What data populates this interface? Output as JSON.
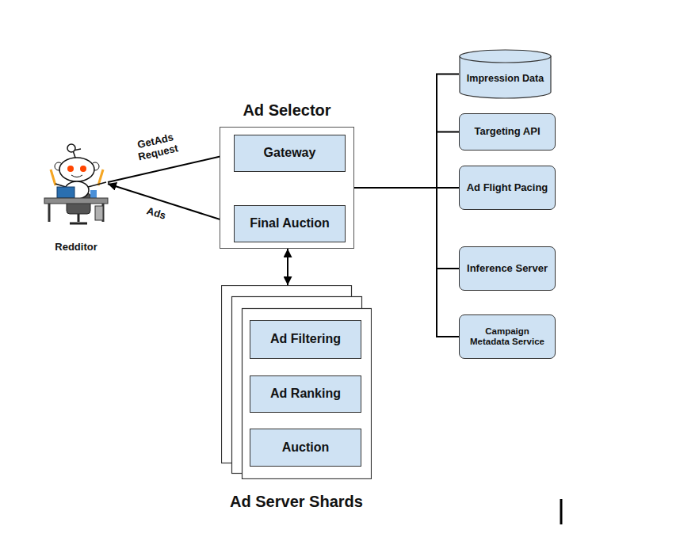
{
  "diagram": {
    "nodes": [
      {
        "text": [
          "Redditor"
        ]
      },
      {
        "text": [
          "Ad Selector"
        ]
      },
      {
        "text": [
          "Gateway"
        ],
        "in": 1
      },
      {
        "text": [
          "Final Auction"
        ],
        "in": 1
      },
      {
        "text": [
          "Ad Server Shards"
        ]
      },
      {
        "text": [
          "Ad Filtering"
        ],
        "in": 4
      },
      {
        "text": [
          "Ad Ranking"
        ],
        "in": 4
      },
      {
        "text": [
          "Auction"
        ],
        "in": 4
      },
      {
        "text": [
          "Impression Data"
        ]
      },
      {
        "text": [
          "Targeting API"
        ]
      },
      {
        "text": [
          "Ad Flight Pacing"
        ]
      },
      {
        "text": [
          "Inference Server"
        ]
      },
      {
        "text": [
          "Campaign Metadata Service"
        ]
      }
    ],
    "edges": [
      {
        "from": 0,
        "to": 2,
        "label": "GetAds Request",
        "arrow": "to"
      },
      {
        "from": 3,
        "to": 0,
        "label": "Ads",
        "arrow": "to"
      },
      {
        "from": 2,
        "to": 3,
        "arrow": "to"
      },
      {
        "from": 1,
        "to": 4,
        "arrow": "both"
      },
      {
        "from": 5,
        "to": 6,
        "arrow": "to"
      },
      {
        "from": 6,
        "to": 7,
        "arrow": "to"
      },
      {
        "from": 1,
        "to": 8,
        "arrow": "none"
      },
      {
        "from": 1,
        "to": 9,
        "arrow": "none"
      },
      {
        "from": 1,
        "to": 10,
        "arrow": "none"
      },
      {
        "from": 1,
        "to": 11,
        "arrow": "none"
      },
      {
        "from": 1,
        "to": 12,
        "arrow": "none"
      }
    ]
  }
}
